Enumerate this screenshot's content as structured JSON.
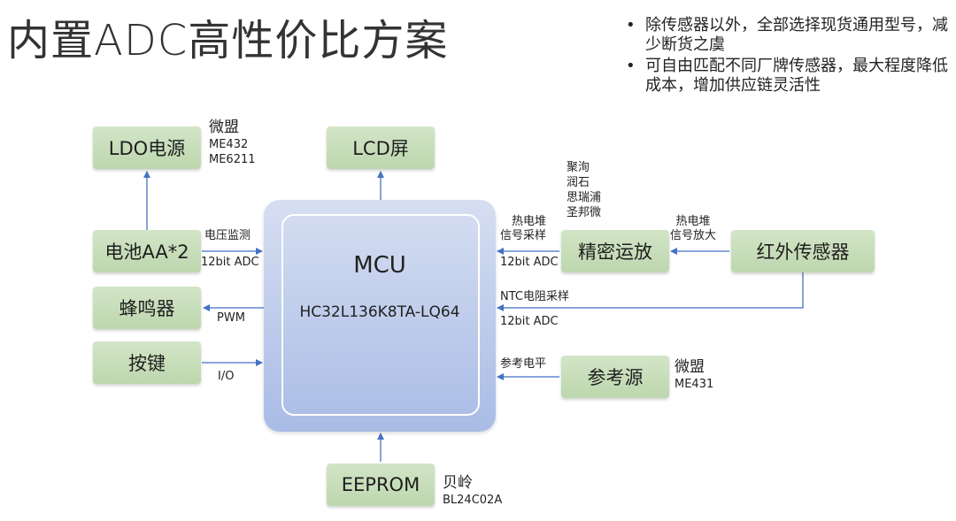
{
  "title": "内置ADC高性价比方案",
  "bullets": [
    "除传感器以外，全部选择现货通用型号，减少断货之虞",
    "可自由匹配不同厂牌传感器，最大程度降低成本，增加供应链灵活性"
  ],
  "mcu": {
    "name": "MCU",
    "part": "HC32L136K8TA-LQ64"
  },
  "boxes": {
    "ldo": "LDO电源",
    "lcd": "LCD屏",
    "battery": "电池AA*2",
    "buzzer": "蜂鸣器",
    "key": "按键",
    "opamp": "精密运放",
    "ir_sensor": "红外传感器",
    "reference": "参考源",
    "eeprom": "EEPROM"
  },
  "links": {
    "battery_top": "电压监测",
    "battery_bottom": "12bit ADC",
    "buzzer": "PWM",
    "key": "I/O",
    "opamp_top": "热电堆\n信号采样",
    "opamp_bottom": "12bit ADC",
    "ir_to_opamp": "热电堆\n信号放大",
    "ntc_top": "NTC电阻采样",
    "ntc_bottom": "12bit ADC",
    "reference_top": "参考电平"
  },
  "vendors": {
    "ldo_brand": "微盟",
    "ldo_parts": "ME432\nME6211",
    "opamp_brands": "聚洵\n润石\n思瑞浦\n圣邦微",
    "reference_brand": "微盟",
    "reference_part": "ME431",
    "eeprom_brand": "贝岭",
    "eeprom_part": "BL24C02A"
  },
  "colors": {
    "box_fill": "#c9dfba",
    "mcu_fill": "#b9c8ea",
    "arrow": "#4472c4"
  }
}
